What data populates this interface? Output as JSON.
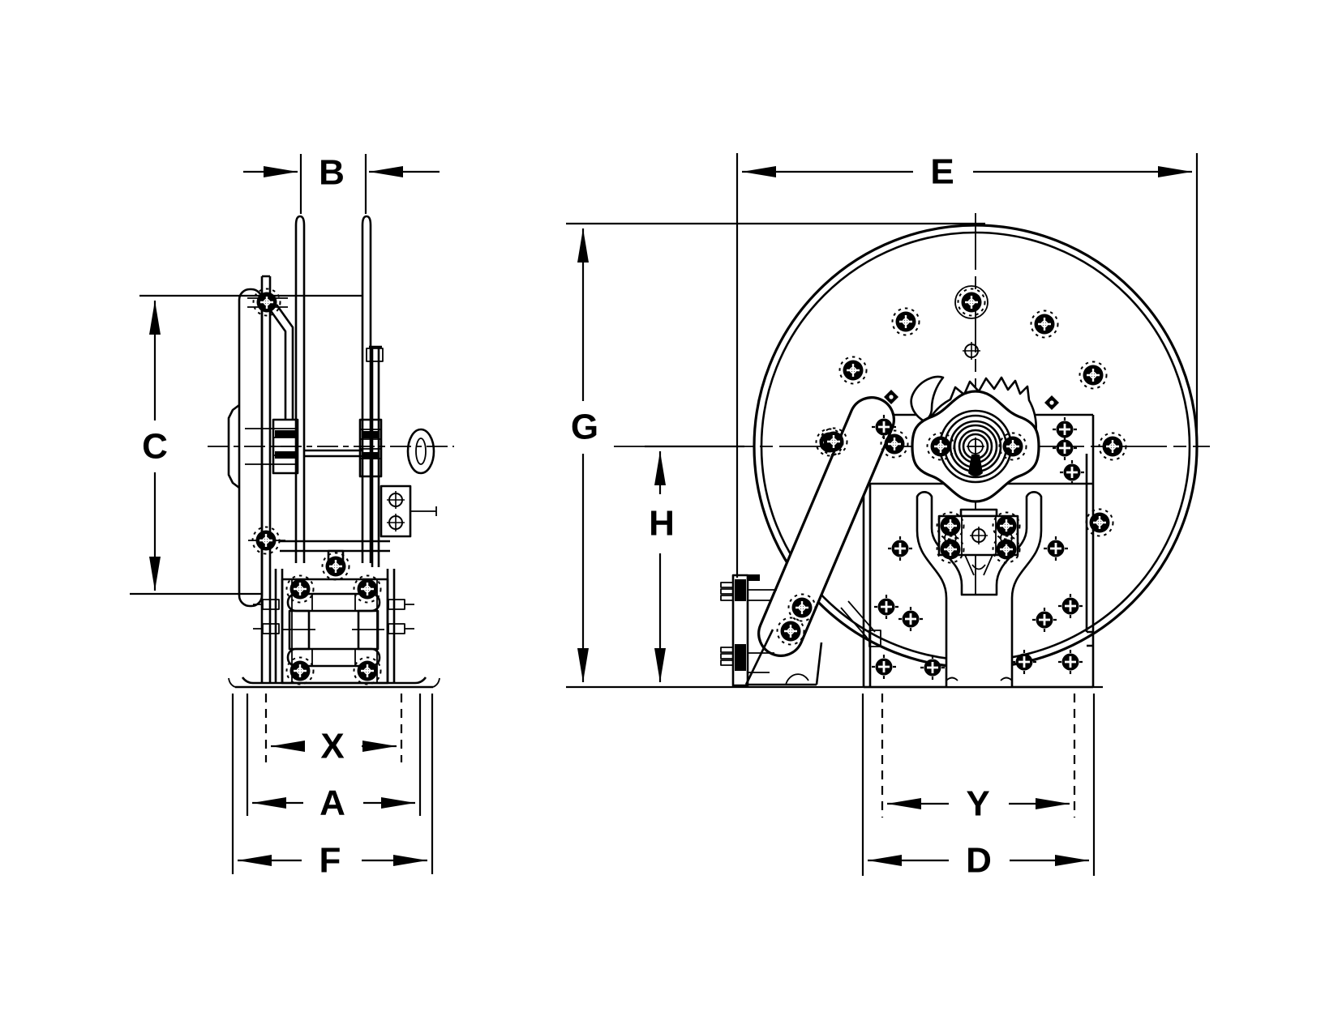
{
  "drawing": {
    "background": "#ffffff",
    "ink": "#000000",
    "type": "engineering-dimension-drawing",
    "views": {
      "side": {
        "name": "side-view",
        "dims": {
          "B": "B",
          "C": "C",
          "X": "X",
          "A": "A",
          "F": "F"
        }
      },
      "front": {
        "name": "front-view",
        "dims": {
          "E": "E",
          "G": "G",
          "H": "H",
          "Y": "Y",
          "D": "D"
        }
      }
    }
  }
}
